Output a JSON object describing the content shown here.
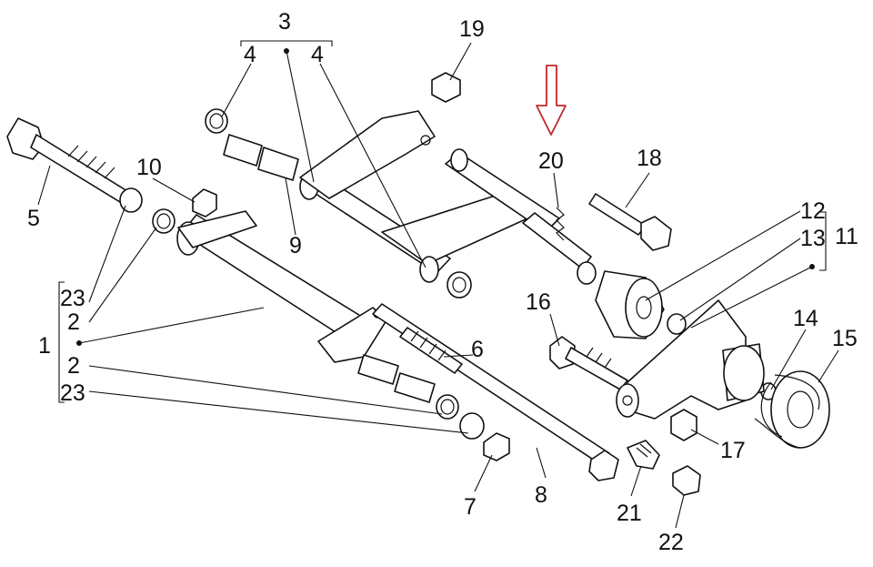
{
  "diagram": {
    "highlight_color": "#c0282c",
    "line_color": "#111111",
    "callouts": {
      "c1": "1",
      "c2a": "2",
      "c2b": "2",
      "c3": "3",
      "c4a": "4",
      "c4b": "4",
      "c5": "5",
      "c6": "6",
      "c7": "7",
      "c8": "8",
      "c9": "9",
      "c10": "10",
      "c11": "11",
      "c12": "12",
      "c13": "13",
      "c14": "14",
      "c15": "15",
      "c16": "16",
      "c17": "17",
      "c18": "18",
      "c19": "19",
      "c20": "20",
      "c21": "21",
      "c22": "22",
      "c23a": "23",
      "c23b": "23"
    }
  }
}
